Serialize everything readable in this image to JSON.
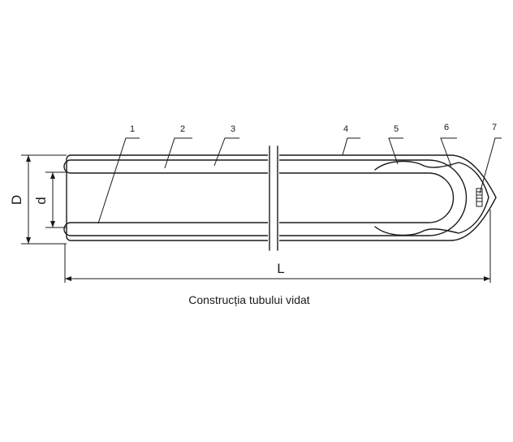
{
  "part_labels": [
    "1",
    "2",
    "3",
    "4",
    "5",
    "6",
    "7"
  ],
  "dimensions": {
    "D": "D",
    "d": "d",
    "L": "L"
  },
  "caption": "Construcția tubului vidat"
}
